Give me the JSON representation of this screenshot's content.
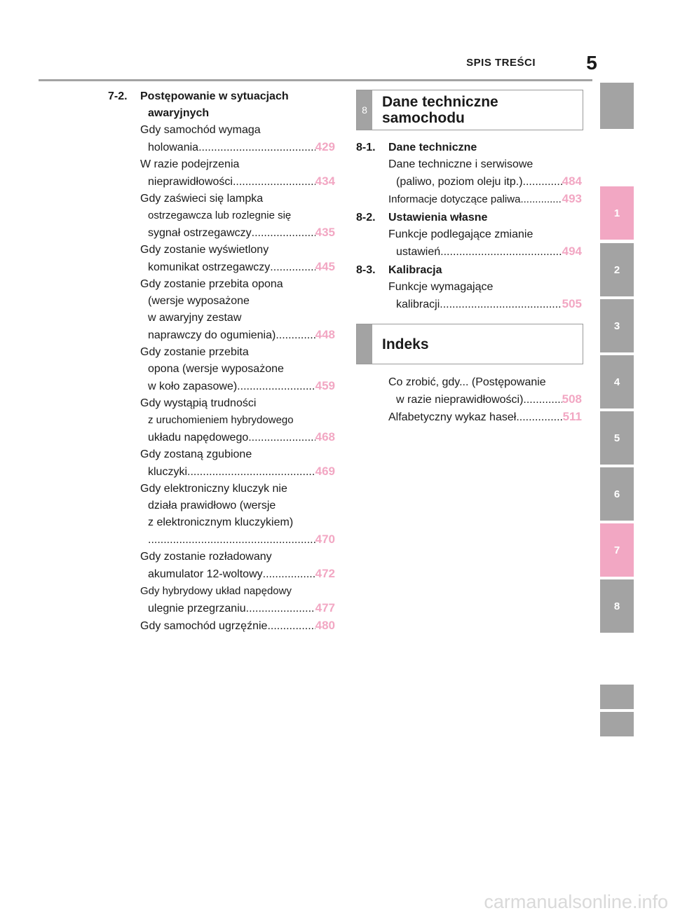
{
  "header": {
    "title": "SPIS TREŚCI",
    "page": "5"
  },
  "tabs": {
    "t1": "1",
    "t2": "2",
    "t3": "3",
    "t4": "4",
    "t5": "5",
    "t6": "6",
    "t7": "7",
    "t8": "8"
  },
  "colors": {
    "accent_pink": "#f2a7c3",
    "gray": "#a3a3a3"
  },
  "section72": {
    "num": "7-2.",
    "title_l1": "Postępowanie w sytuacjach",
    "title_l2": "awaryjnych",
    "entries": [
      {
        "l1": "Gdy samochód wymaga",
        "last": "holowania",
        "page": "429"
      },
      {
        "l1": "W razie podejrzenia",
        "last": "nieprawidłowości",
        "page": "434"
      },
      {
        "l1": "Gdy zaświeci się lampka",
        "l2": "ostrzegawcza lub rozlegnie się",
        "last": "sygnał ostrzegawczy",
        "page": "435"
      },
      {
        "l1": "Gdy zostanie wyświetlony",
        "last": "komunikat ostrzegawczy",
        "page": "445"
      },
      {
        "l1": "Gdy zostanie przebita opona",
        "l2": "(wersje wyposażone",
        "l3": "w awaryjny zestaw",
        "last": "naprawczy do ogumienia)",
        "page": "448"
      },
      {
        "l1": "Gdy zostanie przebita",
        "l2": "opona (wersje wyposażone",
        "last": "w koło zapasowe)",
        "page": "459"
      },
      {
        "l1": "Gdy wystąpią trudności",
        "l2": "z uruchomieniem hybrydowego",
        "last": "układu napędowego",
        "page": "468"
      },
      {
        "l1": "Gdy zostaną zgubione",
        "last": "kluczyki",
        "page": "469"
      },
      {
        "l1": "Gdy elektroniczny kluczyk nie",
        "l2": "działa prawidłowo (wersje",
        "l3": "z elektronicznym kluczykiem)",
        "last": "",
        "page": "470"
      },
      {
        "l1": "Gdy zostanie rozładowany",
        "last": "akumulator 12-woltowy",
        "page": "472"
      },
      {
        "l1": "Gdy hybrydowy układ napędowy",
        "last": "ulegnie przegrzaniu",
        "page": "477"
      },
      {
        "last": "Gdy samochód ugrzęźnie",
        "page": "480"
      }
    ]
  },
  "chapter8": {
    "tab_num": "8",
    "title_l1": "Dane techniczne",
    "title_l2": "samochodu"
  },
  "section81": {
    "num": "8-1.",
    "title": "Dane techniczne",
    "e1": {
      "l1": "Dane techniczne i serwisowe",
      "last": "(paliwo, poziom oleju itp.)",
      "page": "484"
    },
    "e2": {
      "last": "Informacje dotyczące paliwa",
      "page": "493"
    }
  },
  "section82": {
    "num": "8-2.",
    "title": "Ustawienia własne",
    "e1": {
      "l1": "Funkcje podlegające zmianie",
      "last": "ustawień",
      "page": "494"
    }
  },
  "section83": {
    "num": "8-3.",
    "title": "Kalibracja",
    "e1": {
      "l1": "Funkcje wymagające",
      "last": "kalibracji",
      "page": "505"
    }
  },
  "index": {
    "title": "Indeks",
    "e1": {
      "l1": "Co zrobić, gdy... (Postępowanie",
      "last": "w razie nieprawidłowości)",
      "page": "508"
    },
    "e2": {
      "last": "Alfabetyczny wykaz haseł",
      "page": "511"
    }
  },
  "watermark": "carmanualsonline.info"
}
